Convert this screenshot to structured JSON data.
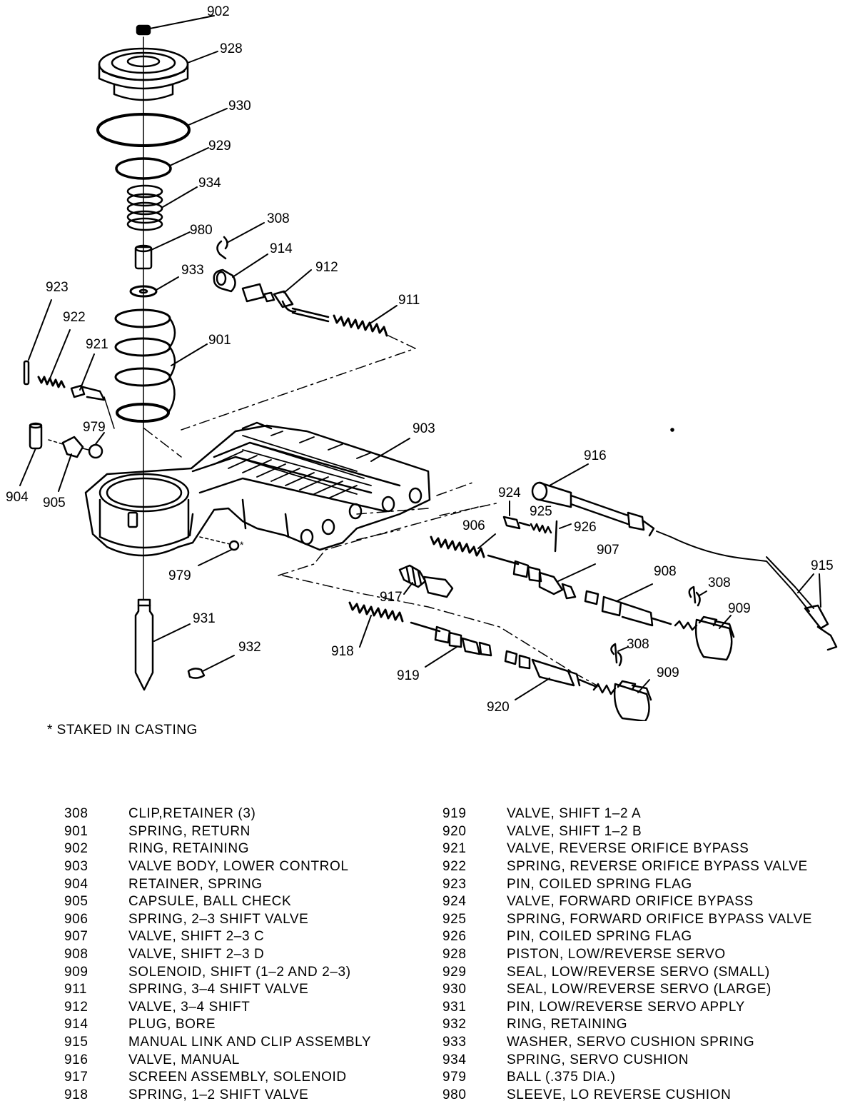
{
  "labels": {
    "902": "902",
    "928": "928",
    "930": "930",
    "929": "929",
    "934": "934",
    "980": "980",
    "308a": "308",
    "914": "914",
    "912": "912",
    "911": "911",
    "933": "933",
    "923": "923",
    "922": "922",
    "921": "921",
    "901": "901",
    "979a": "979",
    "903": "903",
    "904": "904",
    "905": "905",
    "916": "916",
    "924": "924",
    "925": "925",
    "926": "926",
    "906": "906",
    "907": "907",
    "979b": "979",
    "908": "908",
    "308b": "308",
    "915": "915",
    "909a": "909",
    "917": "917",
    "931": "931",
    "918": "918",
    "308c": "308",
    "909b": "909",
    "919": "919",
    "932": "932",
    "920": "920"
  },
  "note": "* STAKED IN CASTING",
  "legend_left": [
    {
      "num": "308",
      "desc": "CLIP,RETAINER (3)"
    },
    {
      "num": "901",
      "desc": "SPRING, RETURN"
    },
    {
      "num": "902",
      "desc": "RING, RETAINING"
    },
    {
      "num": "903",
      "desc": "VALVE BODY, LOWER CONTROL"
    },
    {
      "num": "904",
      "desc": "RETAINER, SPRING"
    },
    {
      "num": "905",
      "desc": "CAPSULE, BALL CHECK"
    },
    {
      "num": "906",
      "desc": "SPRING, 2–3 SHIFT VALVE"
    },
    {
      "num": "907",
      "desc": "VALVE, SHIFT 2–3 C"
    },
    {
      "num": "908",
      "desc": "VALVE, SHIFT 2–3 D"
    },
    {
      "num": "909",
      "desc": "SOLENOID, SHIFT (1–2 AND 2–3)"
    },
    {
      "num": "911",
      "desc": "SPRING, 3–4 SHIFT VALVE"
    },
    {
      "num": "912",
      "desc": "VALVE, 3–4 SHIFT"
    },
    {
      "num": "914",
      "desc": "PLUG, BORE"
    },
    {
      "num": "915",
      "desc": "MANUAL LINK AND CLIP ASSEMBLY"
    },
    {
      "num": "916",
      "desc": "VALVE, MANUAL"
    },
    {
      "num": "917",
      "desc": "SCREEN ASSEMBLY, SOLENOID"
    },
    {
      "num": "918",
      "desc": "SPRING, 1–2 SHIFT VALVE"
    }
  ],
  "legend_right": [
    {
      "num": "919",
      "desc": "VALVE, SHIFT 1–2 A"
    },
    {
      "num": "920",
      "desc": "VALVE, SHIFT 1–2 B"
    },
    {
      "num": "921",
      "desc": "VALVE, REVERSE ORIFICE BYPASS"
    },
    {
      "num": "922",
      "desc": "SPRING, REVERSE ORIFICE BYPASS VALVE"
    },
    {
      "num": "923",
      "desc": "PIN, COILED SPRING FLAG"
    },
    {
      "num": "924",
      "desc": "VALVE, FORWARD ORIFICE BYPASS"
    },
    {
      "num": "925",
      "desc": "SPRING, FORWARD ORIFICE BYPASS VALVE"
    },
    {
      "num": "926",
      "desc": "PIN, COILED SPRING FLAG"
    },
    {
      "num": "928",
      "desc": "PISTON, LOW/REVERSE SERVO"
    },
    {
      "num": "929",
      "desc": "SEAL, LOW/REVERSE SERVO (SMALL)"
    },
    {
      "num": "930",
      "desc": "SEAL, LOW/REVERSE SERVO (LARGE)"
    },
    {
      "num": "931",
      "desc": "PIN, LOW/REVERSE SERVO APPLY"
    },
    {
      "num": "932",
      "desc": "RING, RETAINING"
    },
    {
      "num": "933",
      "desc": "WASHER, SERVO CUSHION SPRING"
    },
    {
      "num": "934",
      "desc": "SPRING, SERVO CUSHION"
    },
    {
      "num": "979",
      "desc": "BALL (.375 DIA.)"
    },
    {
      "num": "980",
      "desc": "SLEEVE, LO REVERSE CUSHION"
    }
  ]
}
